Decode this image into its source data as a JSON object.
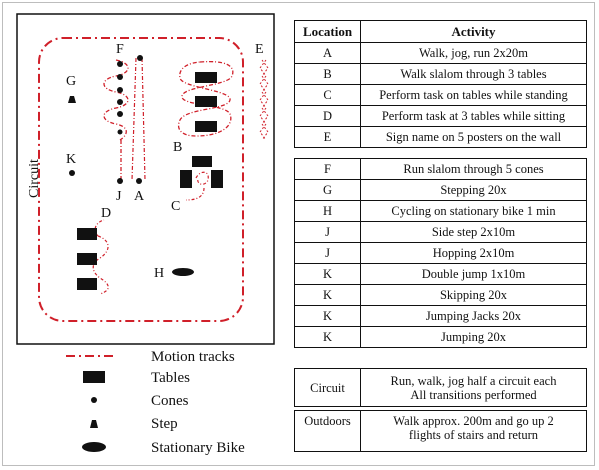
{
  "map": {
    "labels": {
      "A": "A",
      "B": "B",
      "C": "C",
      "D": "D",
      "E": "E",
      "F": "F",
      "G": "G",
      "H": "H",
      "J": "J",
      "K": "K",
      "circuit": "Circuit"
    },
    "colors": {
      "track": "#d0202a",
      "shape": "#111111",
      "border": "#111111"
    }
  },
  "legend": {
    "items": [
      {
        "icon": "motion-track-icon",
        "label": "Motion tracks"
      },
      {
        "icon": "table-icon",
        "label": "Tables"
      },
      {
        "icon": "cone-icon",
        "label": "Cones"
      },
      {
        "icon": "step-icon",
        "label": "Step"
      },
      {
        "icon": "bike-icon",
        "label": "Stationary Bike"
      }
    ]
  },
  "table": {
    "headers": {
      "location": "Location",
      "activity": "Activity"
    },
    "group1": [
      {
        "location": "A",
        "activity": "Walk, jog, run 2x20m"
      },
      {
        "location": "B",
        "activity": "Walk slalom through 3 tables"
      },
      {
        "location": "C",
        "activity": "Perform task on tables while standing"
      },
      {
        "location": "D",
        "activity": "Perform task at 3 tables while sitting"
      },
      {
        "location": "E",
        "activity": "Sign name on 5 posters on the wall"
      }
    ],
    "group2": [
      {
        "location": "F",
        "activity": "Run slalom through 5 cones"
      },
      {
        "location": "G",
        "activity": "Stepping 20x"
      },
      {
        "location": "H",
        "activity": "Cycling on stationary bike 1 min"
      },
      {
        "location": "J",
        "activity": "Side step 2x10m"
      },
      {
        "location": "J",
        "activity": "Hopping 2x10m"
      },
      {
        "location": "K",
        "activity": "Double jump 1x10m"
      },
      {
        "location": "K",
        "activity": "Skipping 20x"
      },
      {
        "location": "K",
        "activity": "Jumping Jacks 20x"
      },
      {
        "location": "K",
        "activity": "Jumping 20x"
      }
    ],
    "circuit": {
      "location": "Circuit",
      "line1": "Run, walk, jog half a circuit each",
      "line2": "All transitions performed"
    },
    "outdoors": {
      "location": "Outdoors",
      "line1": "Walk approx. 200m and go up 2",
      "line2": "flights of stairs and return"
    }
  }
}
